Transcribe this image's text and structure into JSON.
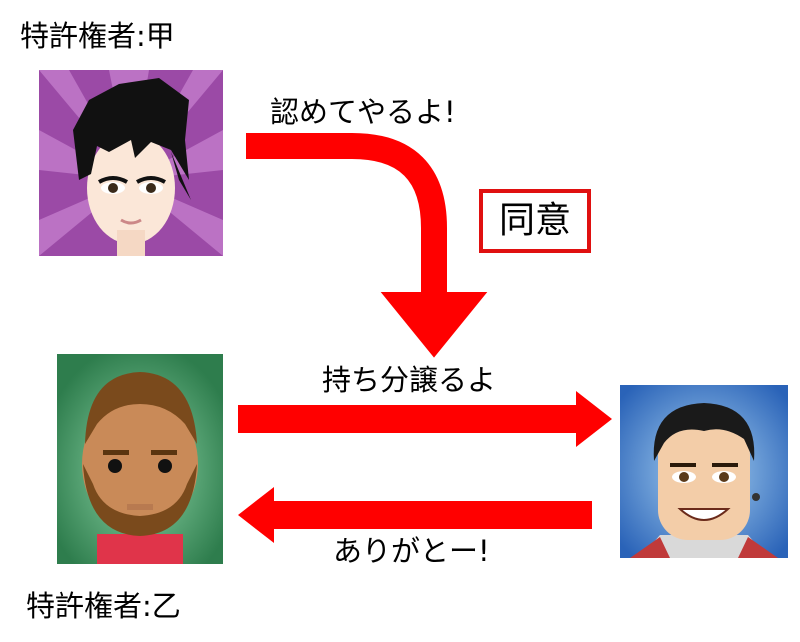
{
  "labels": {
    "owner_a": "特許権者:甲",
    "owner_b": "特許権者:乙",
    "approve": "認めてやるよ!",
    "assign": "持ち分譲るよ",
    "thanks": "ありがとー!",
    "consent_badge": "同意"
  },
  "colors": {
    "arrow": "#ff0000",
    "badge_border": "#e01010",
    "avatar_a_bg": "#9b4aa6",
    "avatar_b_bg": "#3e8f5c",
    "avatar_c_bg": "#2f6fc0"
  },
  "icons": {
    "avatar_a": "cartoon-man-black-spiky-hair-icon",
    "avatar_b": "cartoon-man-bearded-icon",
    "avatar_c": "cartoon-man-smiling-icon"
  }
}
